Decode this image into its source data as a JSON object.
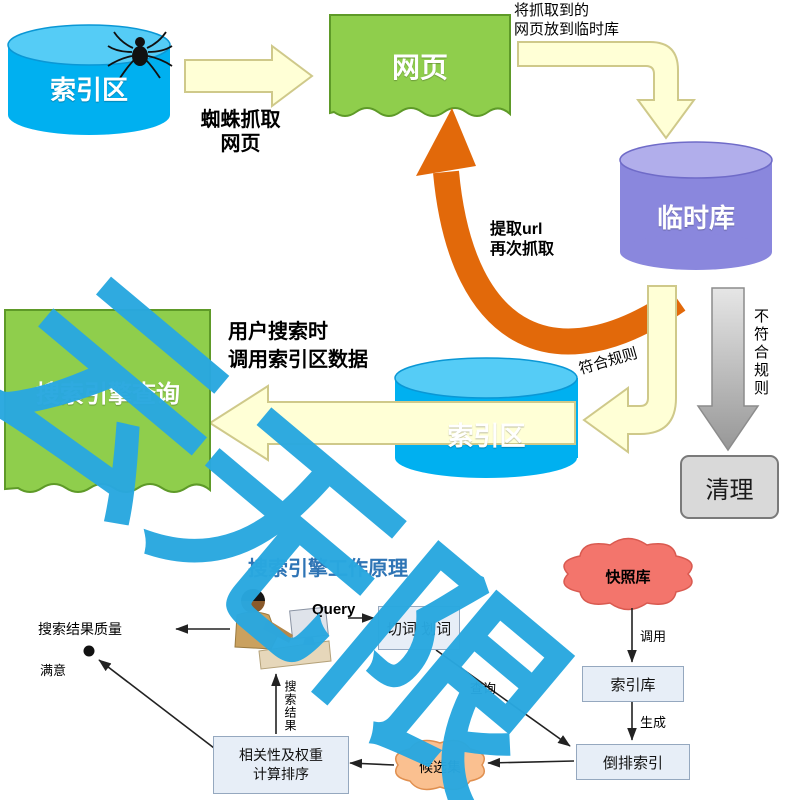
{
  "watermark": {
    "text": "云无限",
    "color": "#29a8e0"
  },
  "top": {
    "index_db": "索引区",
    "webpage": "网页",
    "temp_db": "临时库",
    "crawl_note": "蜘蛛抓取\n网页",
    "store_note": "将抓取到的\n网页放到临时库",
    "recrawl_note": "提取url\n再次抓取",
    "match_rule": "符合规则",
    "no_match_rule": "不符合规则",
    "clean": "清理",
    "index_db2": "索引区",
    "query_doc": "搜索引擎查询",
    "query_note": "用户搜索时\n调用索引区数据"
  },
  "bottom": {
    "title": "搜索引擎工作原理",
    "query": "Query",
    "segment": "切词 划词",
    "snapshot": "快照库",
    "index_store": "索引库",
    "inverted_index": "倒排索引",
    "candidate": "候选集",
    "rank": "相关性及权重\n计算排序",
    "quality": "搜索结果质量",
    "satisfy": "满意",
    "search_result": "搜索结果",
    "call": "调用",
    "generate": "生成",
    "lookup": "查询"
  },
  "colors": {
    "cyan": "#00b0f0",
    "purple": "#8a87dd",
    "green": "#8fce4c",
    "cream_arrow": "#ffffd6",
    "orange_arrow": "#e2690a",
    "gray_arrow": "#bfbfbf",
    "snapshot_cloud": "#f3756c",
    "candidate_cloud": "#fac090",
    "watermark_blue": "#29a8e0"
  }
}
